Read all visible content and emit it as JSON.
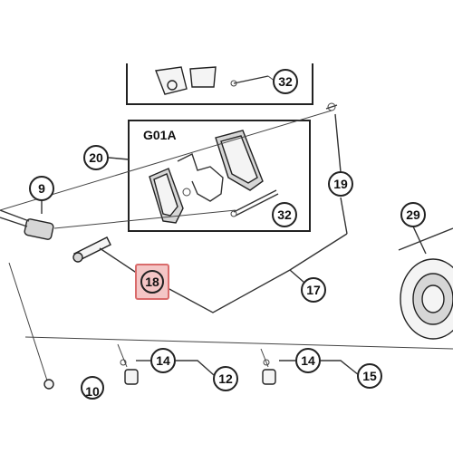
{
  "diagram": {
    "highlight_color": "#d96b6b",
    "box_label": "G01A",
    "callouts": {
      "c32_top": "32",
      "c20": "20",
      "c9": "9",
      "c19": "19",
      "c32_mid": "32",
      "c18": "18",
      "c17": "17",
      "c29": "29",
      "c14_left": "14",
      "c12": "12",
      "c14_right": "14",
      "c15": "15",
      "c10": "10"
    }
  }
}
